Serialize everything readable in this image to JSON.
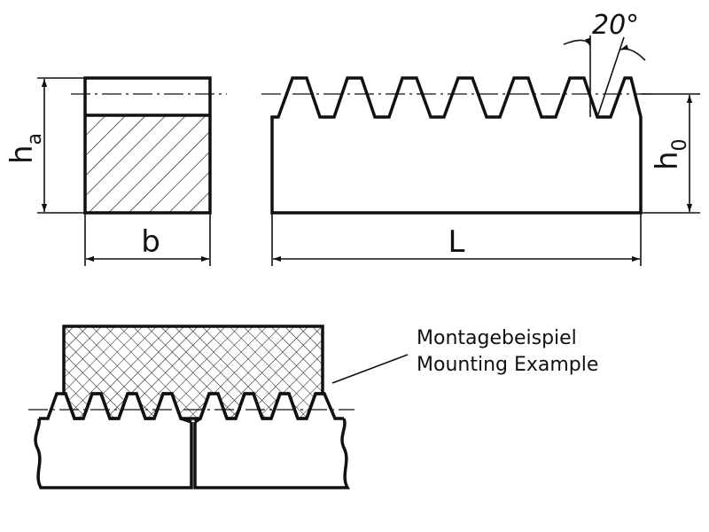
{
  "labels": {
    "height_a": "h",
    "height_a_sub": "a",
    "width": "b",
    "length": "L",
    "height_0": "h",
    "height_0_sub": "0",
    "angle": "20°",
    "mounting_de": "Montagebeispiel",
    "mounting_en": "Mounting Example"
  }
}
